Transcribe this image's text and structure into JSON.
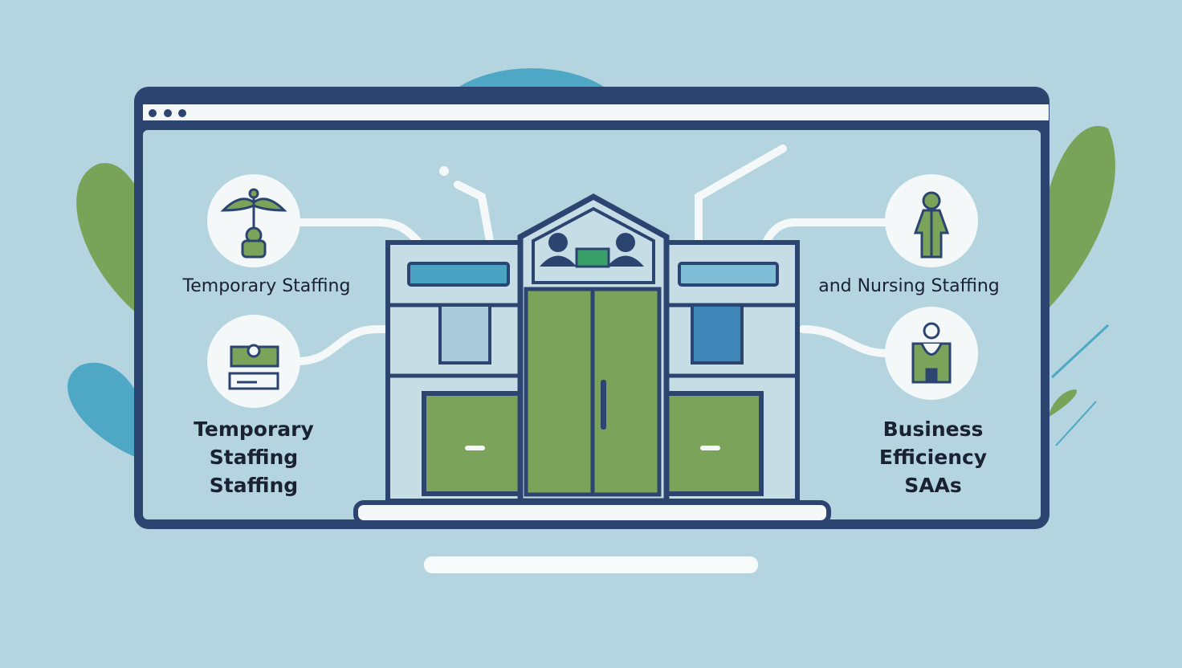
{
  "colors": {
    "background": "#b4d5df",
    "navy": "#2c4470",
    "green": "#7ca35a",
    "blue": "#4aa3c3",
    "white": "#f7fafa"
  },
  "window": {
    "dots": 3
  },
  "features": {
    "left_top": {
      "label": "Temporary Staffing",
      "icon": "caduceus-icon"
    },
    "left_bottom": {
      "lines": [
        "Temporary",
        "Staffing",
        "Staffing"
      ],
      "icon": "cash-register-icon"
    },
    "right_top": {
      "label": "and Nursing Staffing",
      "icon": "nurse-gown-icon"
    },
    "right_bottom": {
      "lines": [
        "Business",
        "Efficiency",
        "SAAs"
      ],
      "icon": "staff-badge-icon"
    }
  }
}
